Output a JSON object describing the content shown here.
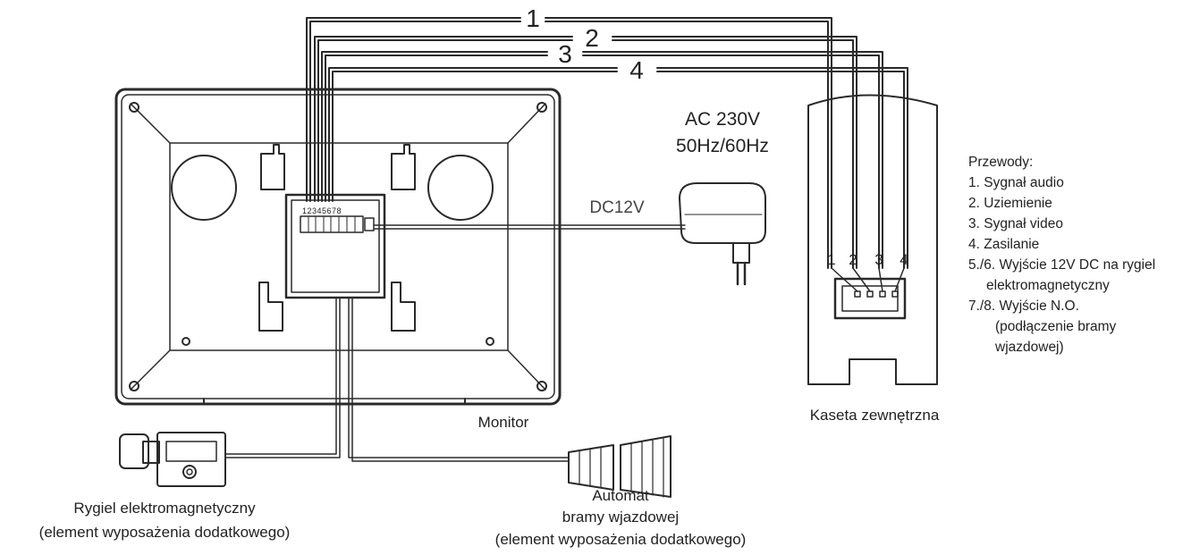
{
  "wire_labels": [
    "1",
    "2",
    "3",
    "4"
  ],
  "power": {
    "ac_line1": "AC 230V",
    "ac_line2": "50Hz/60Hz",
    "dc": "DC12V"
  },
  "monitor": {
    "label": "Monitor",
    "terminal_numbers": "12345678"
  },
  "outdoor_station": {
    "label": "Kaseta zewnętrzna",
    "terminals": [
      "1",
      "2",
      "3",
      "4"
    ]
  },
  "lock": {
    "line1": "Rygiel elektromagnetyczny",
    "line2": "(element wyposażenia dodatkowego)"
  },
  "gate": {
    "line1": "Automat",
    "line2": "bramy wjazdowej",
    "line3": "(element wyposażenia dodatkowego)"
  },
  "legend": {
    "title": "Przewody:",
    "items": [
      "1. Sygnał audio",
      "2. Uziemienie",
      "3. Sygnał video",
      "4. Zasilanie",
      "5./6. Wyjście 12V DC na rygiel",
      "elektromagnetyczny",
      "7./8. Wyjście N.O.",
      "(podłączenie bramy",
      "wjazdowej)"
    ]
  },
  "colors": {
    "line": "#2a2a2a",
    "panel_fill": "#ffffff"
  }
}
